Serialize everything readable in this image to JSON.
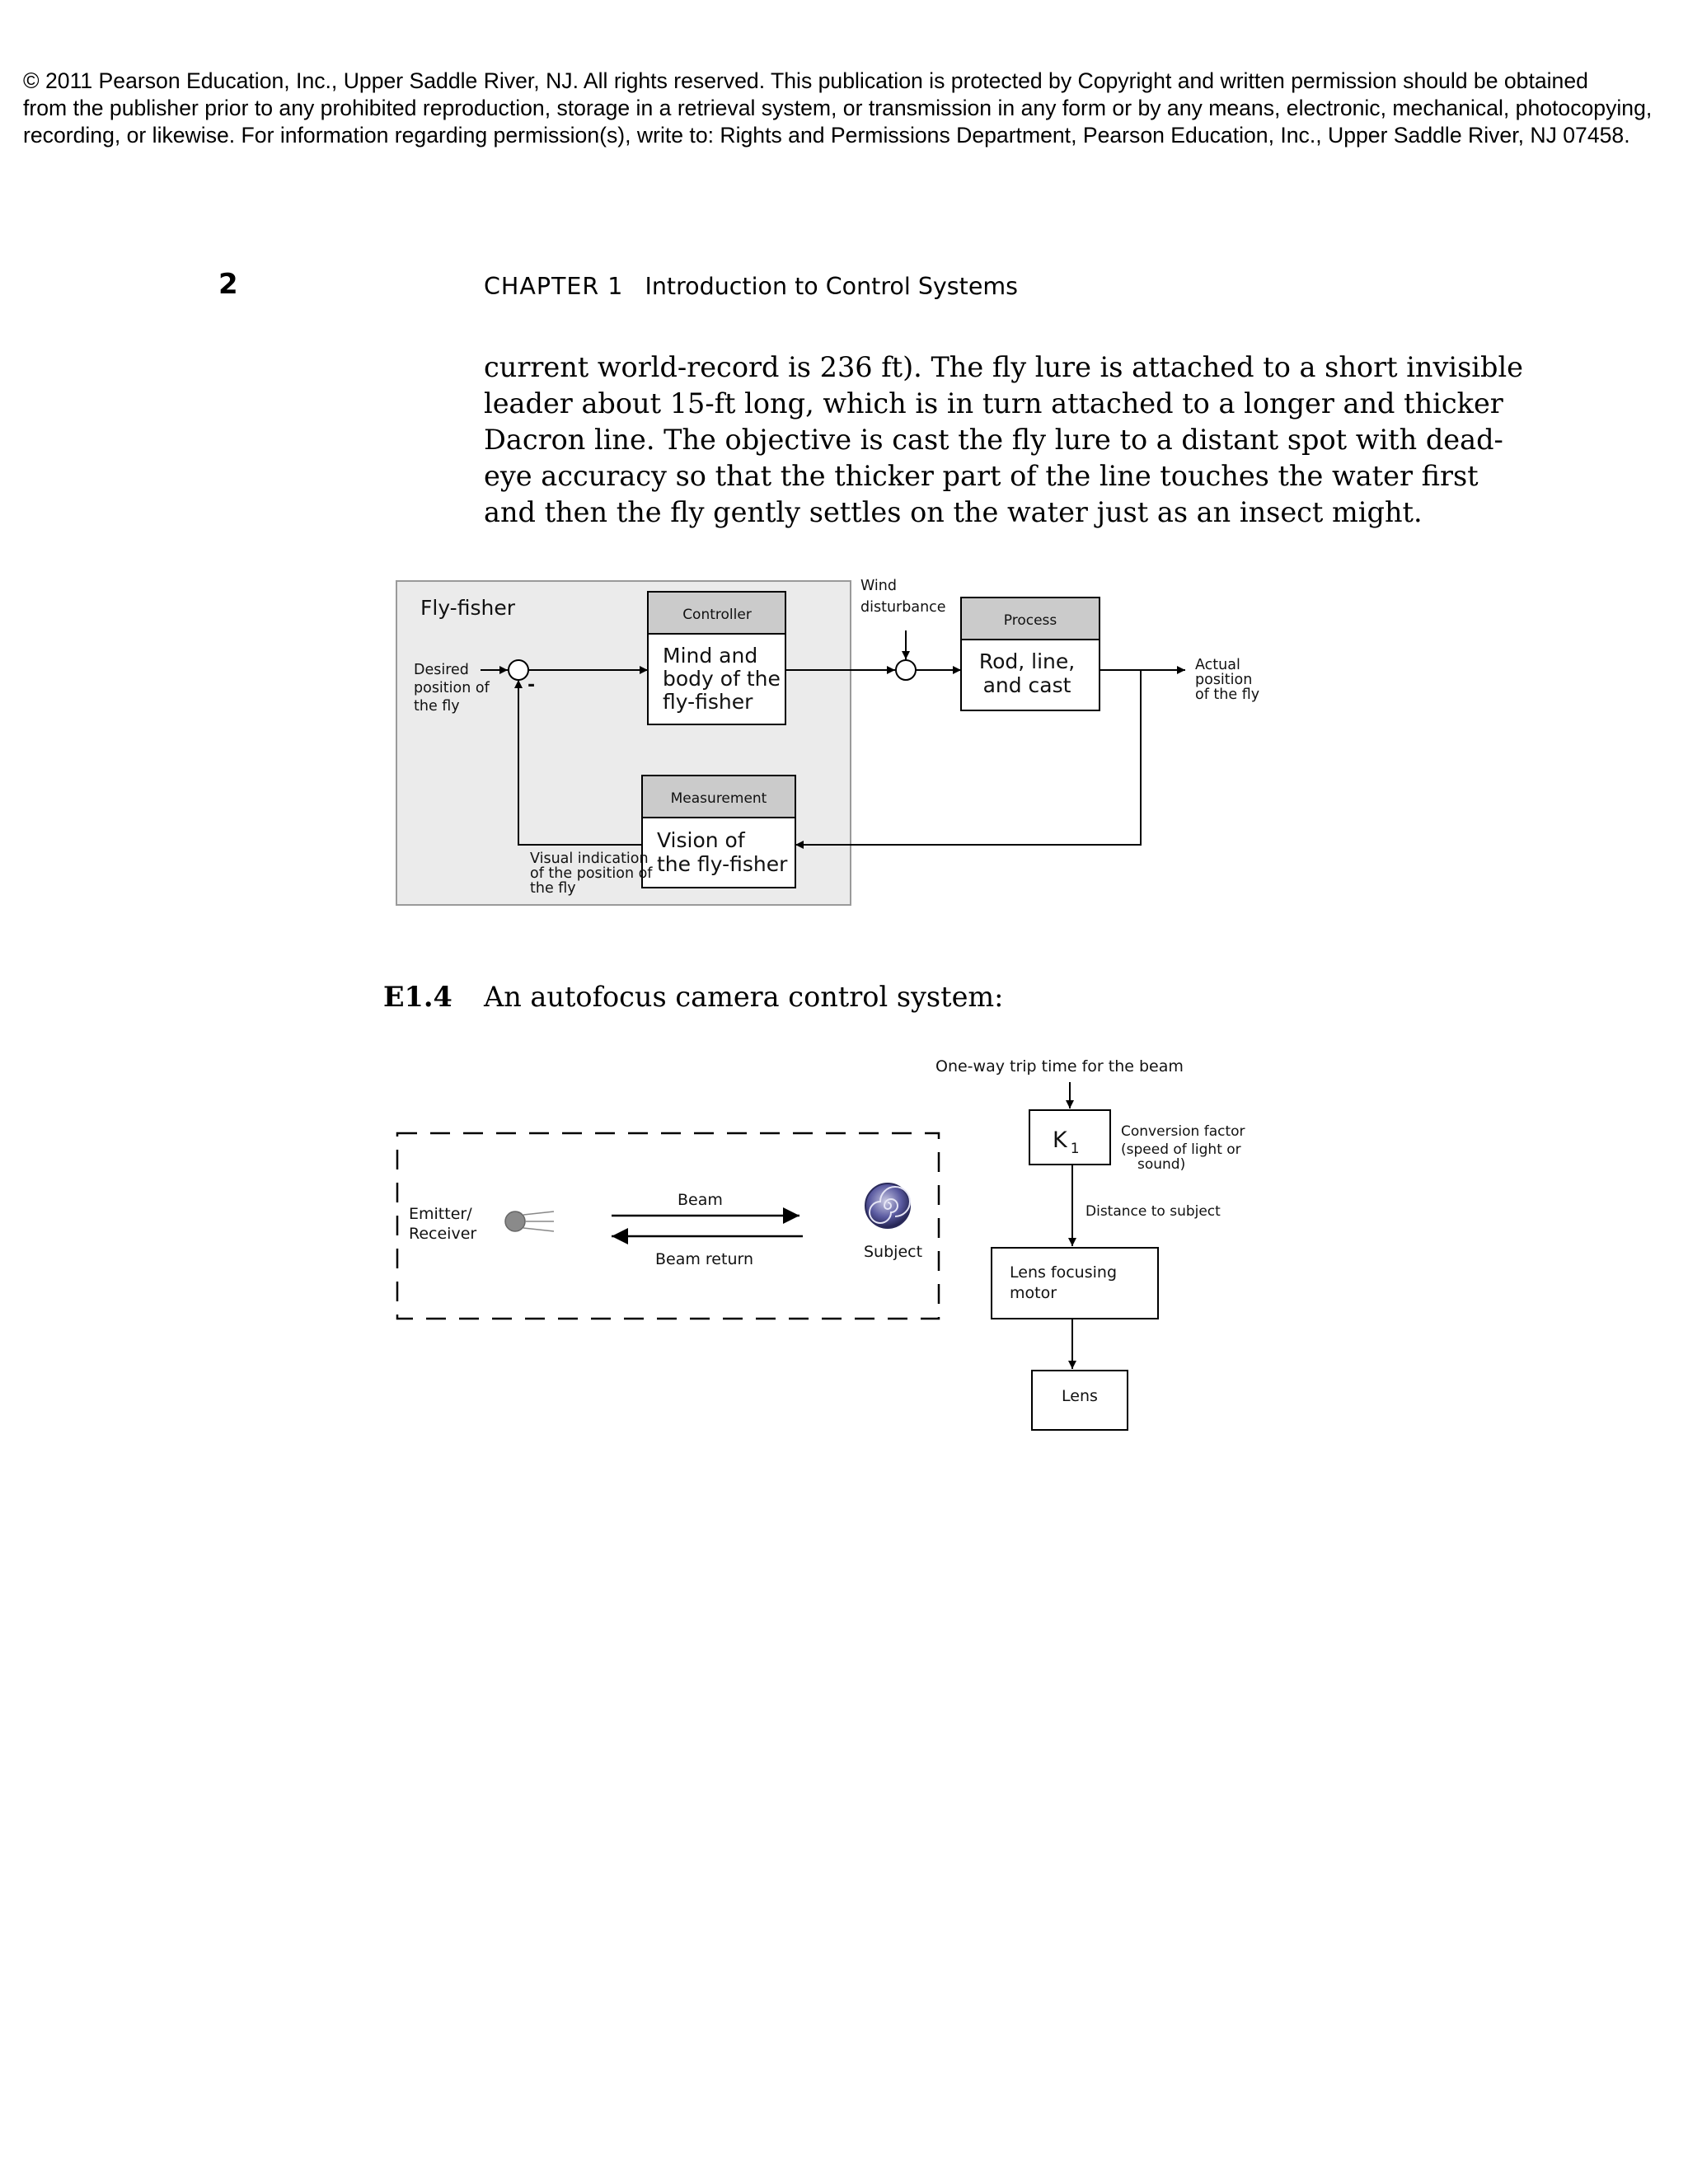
{
  "copyright": {
    "lines": [
      "© 2011 Pearson Education, Inc., Upper Saddle River, NJ. All rights reserved. This publication is protected by Copyright and written permission should be obtained",
      "from the publisher prior to any prohibited reproduction, storage in a retrieval system, or transmission in any form or by any means, electronic, mechanical, photocopying,",
      "recording, or likewise. For information regarding permission(s), write to: Rights and Permissions Department, Pearson Education, Inc., Upper Saddle River, NJ 07458."
    ]
  },
  "header": {
    "page_number": "2",
    "chapter": "CHAPTER 1",
    "chapter_title": "Introduction to Control Systems"
  },
  "body": {
    "lines": [
      "current world-record is 236 ft). The fly lure is attached to a short invisible",
      "leader about 15-ft long, which is in turn attached to a longer and thicker",
      "Dacron line. The objective is cast the fly lure to a distant spot with dead-",
      "eye accuracy so that the thicker part of the line touches the water first",
      "and then the fly gently settles on the water just as an insect might."
    ]
  },
  "figure1": {
    "group_label": "Fly-fisher",
    "input_label": [
      "Desired",
      "position of",
      "the fly"
    ],
    "minus_sign": "-",
    "controller_header": "Controller",
    "controller_body": [
      "Mind and",
      "body of the",
      "fly-fisher"
    ],
    "wind_label": [
      "Wind",
      "disturbance"
    ],
    "process_header": "Process",
    "process_body": [
      "Rod, line,",
      "and cast"
    ],
    "output_label": [
      "Actual",
      "position",
      "of the fly"
    ],
    "measurement_header": "Measurement",
    "measurement_body": [
      "Vision of",
      "the fly-fisher"
    ],
    "feedback_label": [
      "Visual indication",
      "of the position of",
      "the fly"
    ]
  },
  "exercise": {
    "number": "E1.4",
    "title": "An autofocus camera control system:"
  },
  "figure2": {
    "emitter_label": [
      "Emitter/",
      "Receiver"
    ],
    "beam_label": "Beam",
    "beam_return_label": "Beam return",
    "subject_label": "Subject",
    "trip_time_label": "One-way trip time for the beam",
    "gain_label": "K",
    "gain_subscript": "1",
    "conversion_label": [
      "Conversion factor",
      "(speed of light or",
      "sound)"
    ],
    "distance_label": "Distance to subject",
    "motor_label": [
      "Lens focusing",
      "motor"
    ],
    "lens_label": "Lens"
  }
}
